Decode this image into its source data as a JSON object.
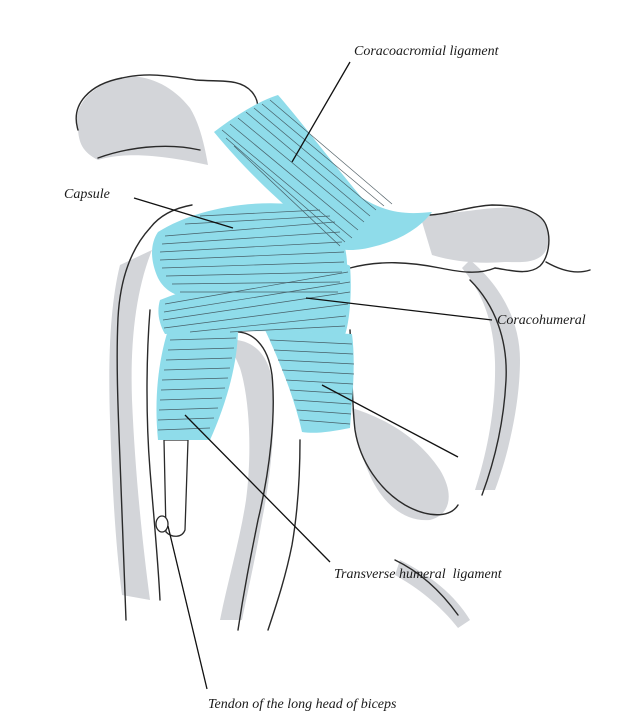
{
  "figure": {
    "colors": {
      "ligament": "#8fdcea",
      "ligament_dark": "#7fcfe0",
      "fiber": "#3a4a52",
      "shadow": "#d2d4d8",
      "shadow_dark": "#bfc2c7",
      "outline": "#2a2a2a",
      "background": "#ffffff"
    },
    "labels": {
      "coracoacromial_ligament": "Coracoacromial ligament",
      "capsule": "Capsule",
      "coracohumeral": "Coracohumeral",
      "transverse_humeral_ligament": "Transverse humeral  ligament",
      "tendon_long_head_biceps": "Tendon of the long head of biceps"
    }
  }
}
